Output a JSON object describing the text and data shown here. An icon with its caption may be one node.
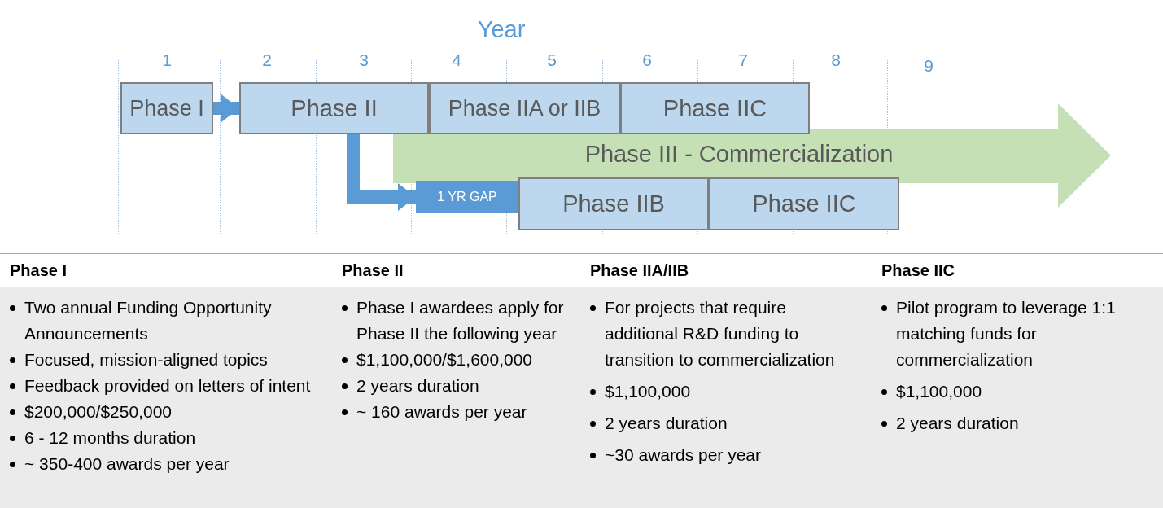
{
  "diagram": {
    "nodes": [
      {
        "text": [
          "Phase I"
        ]
      },
      {
        "text": [
          "Phase II"
        ]
      },
      {
        "text": [
          "Phase IIA or IIB"
        ]
      },
      {
        "text": [
          "Phase IIC"
        ]
      },
      {
        "text": [
          "Phase III - Commercialization"
        ]
      },
      {
        "text": [
          "1 YR GAP"
        ]
      },
      {
        "text": [
          "Phase IIB"
        ]
      },
      {
        "text": [
          "Phase IIC"
        ]
      }
    ],
    "edges": [
      {
        "from": 0,
        "to": 1,
        "arrow": "to"
      },
      {
        "from": 1,
        "to": 5,
        "arrow": "to"
      }
    ],
    "labels": [
      "Year",
      "1",
      "2",
      "3",
      "4",
      "5",
      "6",
      "7",
      "8",
      "9",
      "Phase I",
      "Phase II",
      "Phase IIA/IIB",
      "Phase IIC",
      "Two annual Funding Opportunity Announcements",
      "Focused, mission-aligned topics",
      "Feedback provided on letters of intent",
      "$200,000/$250,000",
      "6 - 12 months duration",
      "~ 350-400 awards per year",
      "Phase I awardees apply for Phase II the following year",
      "$1,100,000/$1,600,000",
      "2 years duration",
      "~ 160 awards per year",
      "For projects that require additional R&D funding to transition to commercialization",
      "$1,100,000",
      "2 years duration",
      "~30 awards per year",
      "Pilot program to leverage 1:1 matching funds for commercialization",
      "$1,100,000",
      "2 years duration"
    ]
  }
}
